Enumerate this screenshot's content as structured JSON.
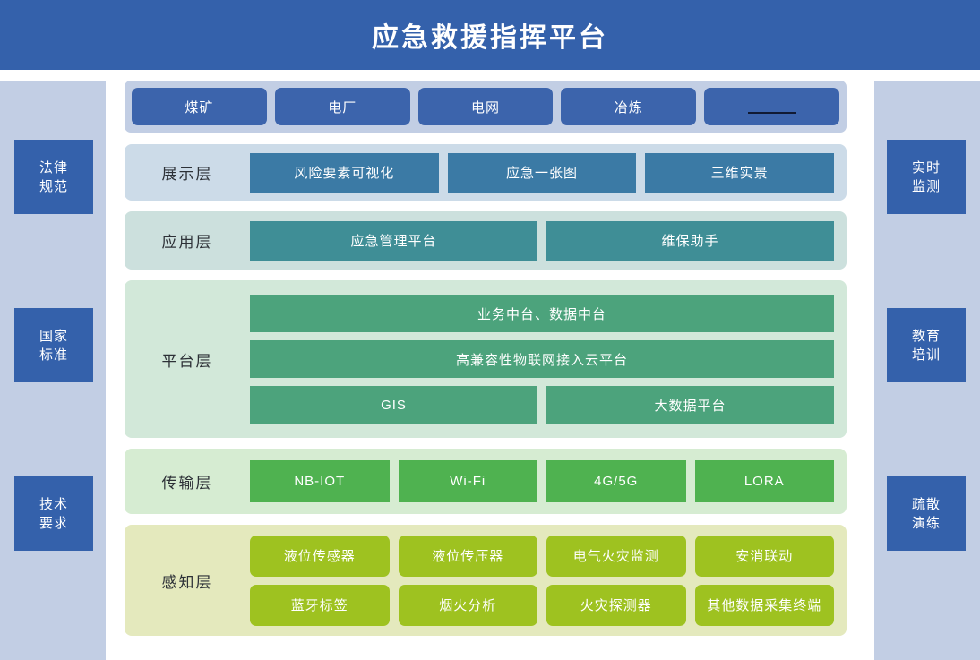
{
  "header": {
    "title": "应急救援指挥平台"
  },
  "left_rail": {
    "items": [
      {
        "label": "法律\n规范",
        "line1": "法律",
        "line2": "规范"
      },
      {
        "label": "国家\n标准",
        "line1": "国家",
        "line2": "标准"
      },
      {
        "label": "技术\n要求",
        "line1": "技术",
        "line2": "要求"
      }
    ]
  },
  "right_rail": {
    "items": [
      {
        "label": "实时\n监测",
        "line1": "实时",
        "line2": "监测"
      },
      {
        "label": "教育\n培训",
        "line1": "教育",
        "line2": "培训"
      },
      {
        "label": "疏散\n演练",
        "line1": "疏散",
        "line2": "演练"
      }
    ]
  },
  "industry_band": {
    "items": [
      {
        "label": "煤矿",
        "blank": false
      },
      {
        "label": "电厂",
        "blank": false
      },
      {
        "label": "电网",
        "blank": false
      },
      {
        "label": "冶炼",
        "blank": false
      },
      {
        "label": "",
        "blank": true
      }
    ]
  },
  "layers": [
    {
      "key": "display",
      "label": "展示层",
      "rows": [
        [
          "风险要素可视化",
          "应急一张图",
          "三维实景"
        ]
      ]
    },
    {
      "key": "application",
      "label": "应用层",
      "rows": [
        [
          "应急管理平台",
          "维保助手"
        ]
      ]
    },
    {
      "key": "platform",
      "label": "平台层",
      "rows": [
        [
          "业务中台、数据中台"
        ],
        [
          "高兼容性物联网接入云平台"
        ],
        [
          "GIS",
          "大数据平台"
        ]
      ]
    },
    {
      "key": "transport",
      "label": "传输层",
      "rows": [
        [
          "NB-IOT",
          "Wi-Fi",
          "4G/5G",
          "LORA"
        ]
      ]
    },
    {
      "key": "perception",
      "label": "感知层",
      "rows": [
        [
          "液位传感器",
          "液位传压器",
          "电气火灾监测",
          "安消联动"
        ],
        [
          "蓝牙标签",
          "烟火分析",
          "火灾探测器",
          "其他数据采集终端"
        ]
      ]
    }
  ],
  "colors": {
    "header_blue": "#3461ab",
    "rail_background": "#c2cee4",
    "rail_chip": "#3461ab",
    "industry_band": "#c2cee4",
    "industry_button": "#3c64ac",
    "display_band": "#ccdbe8",
    "display_cell": "#3b7aa5",
    "application_band": "#cce0dd",
    "application_cell": "#3f8e96",
    "platform_band": "#d2e8d9",
    "platform_cell": "#4ca37c",
    "transport_band": "#d6ecd2",
    "transport_cell": "#4fb250",
    "perception_band": "#e4e9bd",
    "perception_cell": "#9ec220"
  }
}
